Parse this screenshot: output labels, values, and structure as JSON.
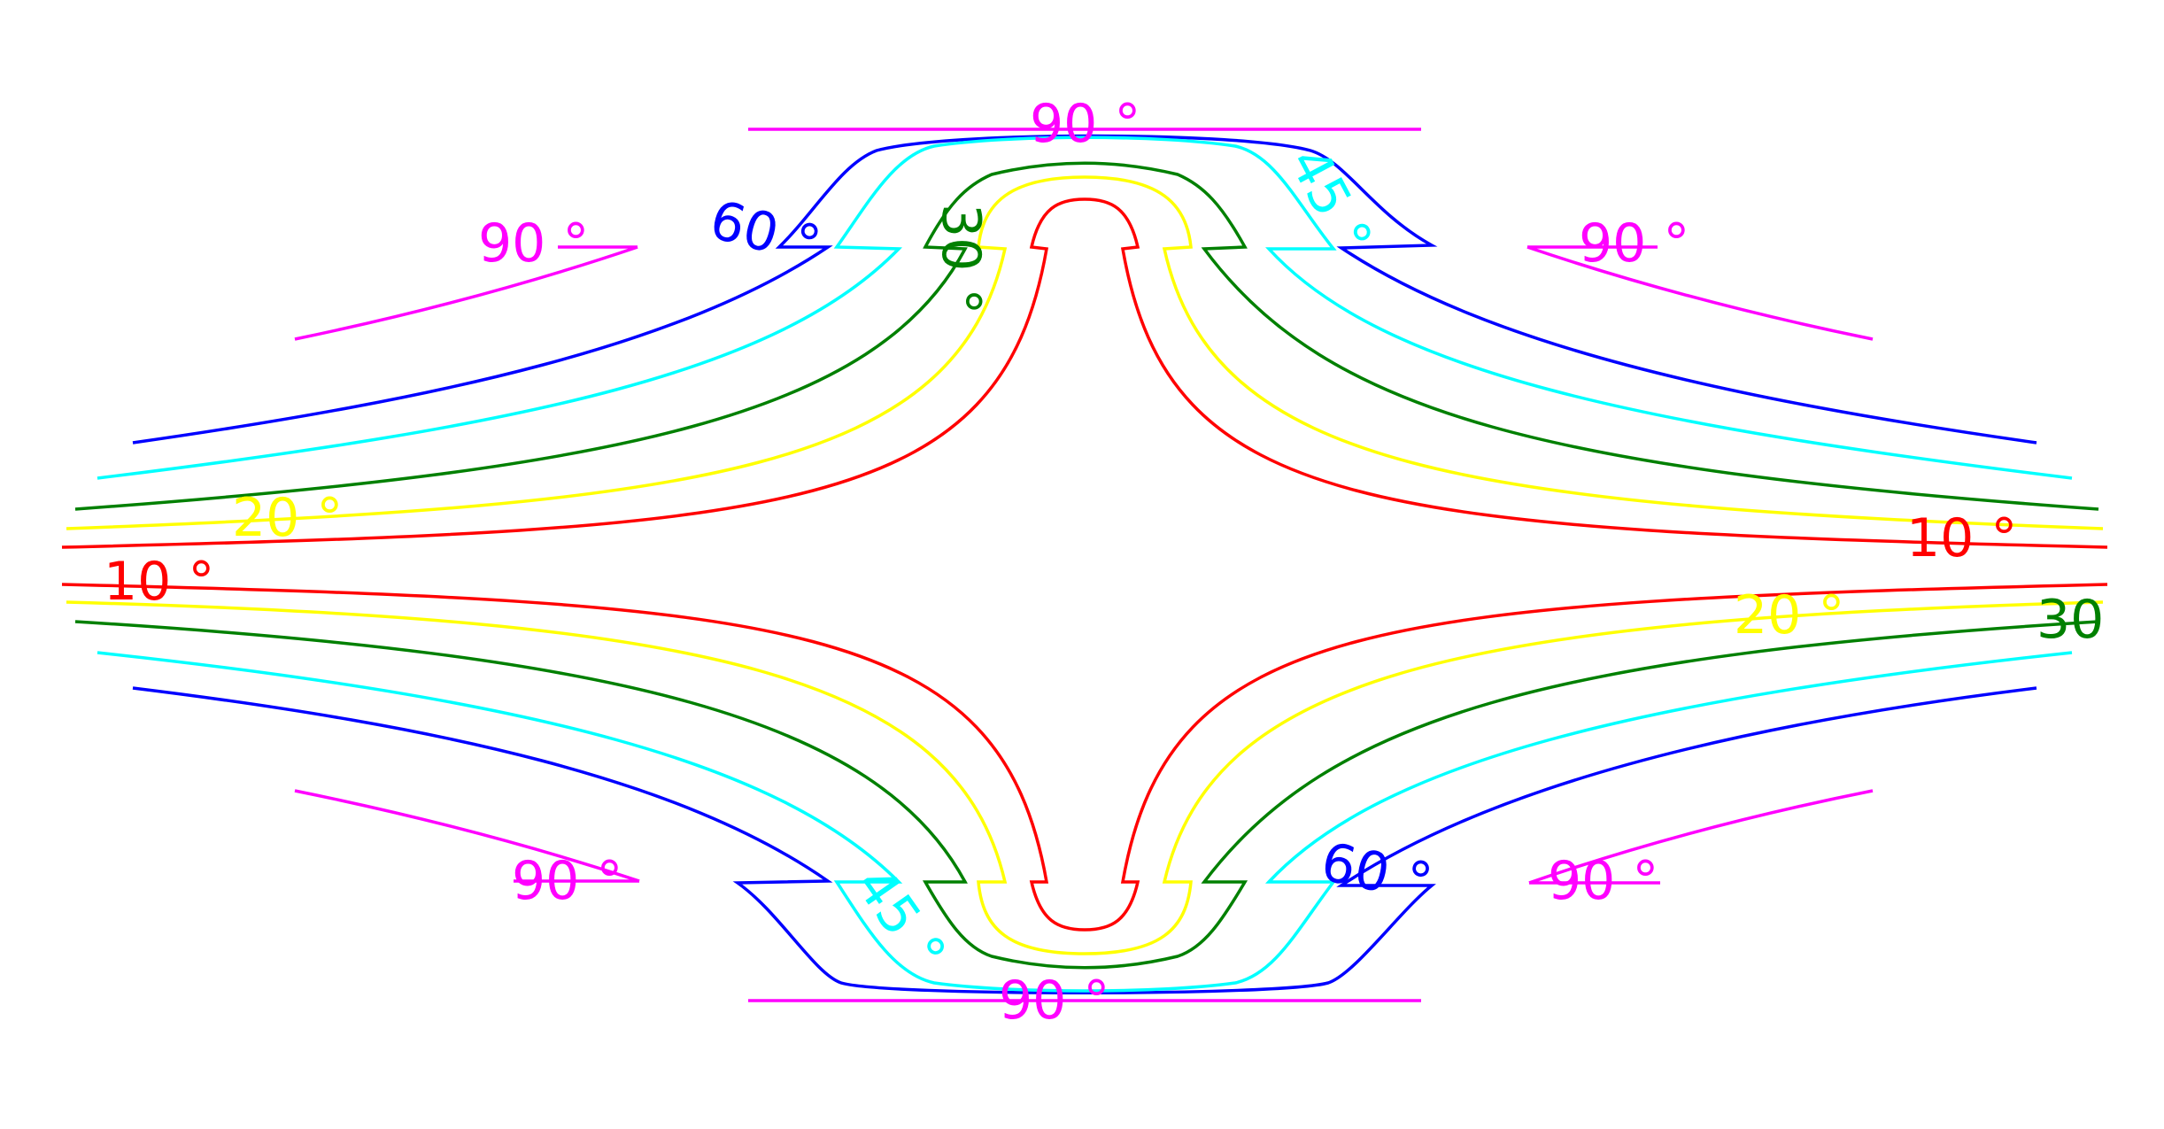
{
  "colors": {
    "c10": "#ff0000",
    "c20": "#ffff00",
    "c30": "#008000",
    "c45": "#00ffff",
    "c60": "#0000ff",
    "c90": "#ff00ff",
    "background": "#ffffff"
  },
  "labels": {
    "c90_top": "90 °",
    "c90_upper_left": "90 °",
    "c90_upper_right": "90 °",
    "c90_lower_left": "90 °",
    "c90_lower_right": "90 °",
    "c90_bottom": "90 °",
    "c60_upper": "60 °",
    "c60_lower": "60 °",
    "c45_upper": "45 °",
    "c45_lower": "45 °",
    "c30_top": "30 °",
    "c30_right": "30",
    "c20_left": "20 °",
    "c20_right": "20 °",
    "c10_left": "10 °",
    "c10_right": "10 °"
  }
}
